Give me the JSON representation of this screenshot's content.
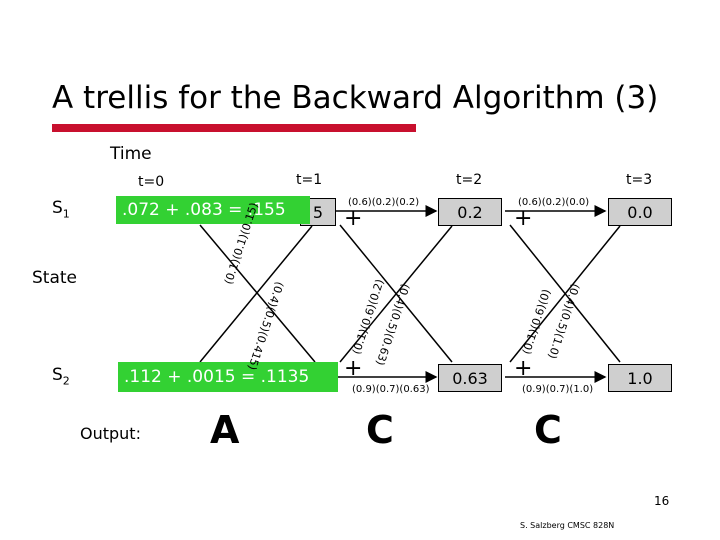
{
  "title": "A trellis for the Backward Algorithm (3)",
  "labels": {
    "time": "Time",
    "state": "State",
    "output": "Output:",
    "s1": "S",
    "s1_sub": "1",
    "s2": "S",
    "s2_sub": "2"
  },
  "times": [
    "t=0",
    "t=1",
    "t=2",
    "t=3"
  ],
  "nodes": {
    "s1_t1_partial": "5",
    "s1_t2": "0.2",
    "s1_t3": "0.0",
    "s2_t2": "0.63",
    "s2_t3": "1.0"
  },
  "green": {
    "s1": ".072 + .083 = .155",
    "s2": ".112 + .0015 = .1135"
  },
  "products": {
    "top_t1_t2": "(0.6)(0.2)(0.2)",
    "top_t2_t3": "(0.6)(0.2)(0.0)",
    "bot_t1_t2": "(0.9)(0.7)(0.63)",
    "bot_t2_t3": "(0.9)(0.7)(1.0)",
    "diag1_up": "(0.1)(0.1)(0.15)",
    "diag1_down": "(0.4)(0.5)(0.415)",
    "diag2_up": "(0.1)(0.6)(0.2)",
    "diag2_down": "(0.4)(0.5)(0.63)",
    "diag3_up": "(0.1)(0.6)(0)",
    "diag3_down": "(0.4)(0.5)(1.0)"
  },
  "plus": "+",
  "outputs": [
    "A",
    "C",
    "C"
  ],
  "page_number": "16",
  "footer": "S. Salzberg CMSC 828N",
  "colors": {
    "accent_bar": "#c8102e",
    "green_box": "#33d133",
    "node_box": "#cfcfcf"
  }
}
